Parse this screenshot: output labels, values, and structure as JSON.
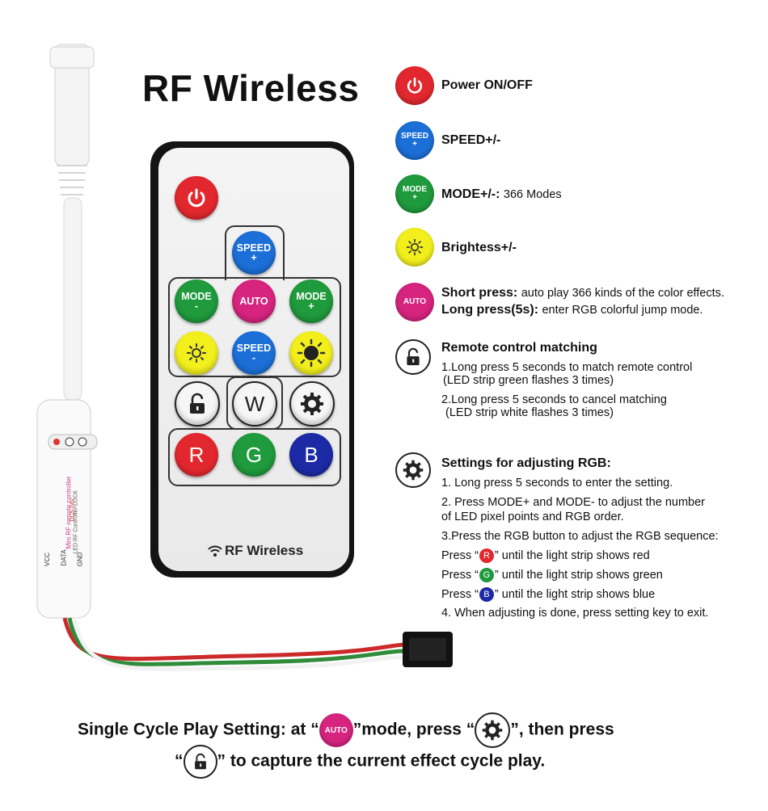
{
  "title": "RF Wireless",
  "legend": {
    "power": "Power ON/OFF",
    "speed": "SPEED+/-",
    "mode_label": "MODE+/-:",
    "mode_desc": "366 Modes",
    "brightness": "Brightess+/-",
    "auto_short_label": "Short press:",
    "auto_short_desc": "auto play 366 kinds of  the color effects.",
    "auto_long_label": "Long press(5s):",
    "auto_long_desc": "enter RGB colorful jump mode.",
    "match_title": "Remote control matching",
    "match_1a": "1.Long press 5 seconds to match remote control",
    "match_1b": "(LED strip green flashes 3 times)",
    "match_2a": "2.Long press 5 seconds to cancel matching",
    "match_2b": "(LED strip white flashes 3 times)",
    "settings_title": "Settings for adjusting RGB:",
    "settings_1": "1. Long press 5 seconds to enter the setting.",
    "settings_2a": "2. Press MODE+ and MODE- to adjust the number",
    "settings_2b": "of LED pixel points and RGB order.",
    "settings_3": "3.Press the RGB button to adjust the RGB sequence:",
    "press_prefix": "Press “",
    "press_r_suffix": "” until the light strip shows red",
    "press_g_suffix": "” until the light strip shows green",
    "press_b_suffix": "” until the light strip shows blue",
    "settings_4": "4. When adjusting is done, press setting key to exit."
  },
  "icons": {
    "speed": "SPEED",
    "speed_plus": "+",
    "mode": "MODE",
    "mode_plus": "+",
    "auto": "AUTO",
    "r": "R",
    "g": "G",
    "b": "B"
  },
  "remote": {
    "speed_plus_top": "SPEED",
    "speed_plus_bottom": "+",
    "mode_minus_top": "MODE",
    "mode_minus_bottom": "-",
    "auto": "AUTO",
    "mode_plus_top": "MODE",
    "mode_plus_bottom": "+",
    "speed_minus_top": "SPEED",
    "speed_minus_bottom": "-",
    "w": "W",
    "r": "R",
    "g": "G",
    "b": "B",
    "label": "RF Wireless"
  },
  "controller": {
    "pins": [
      "VCC",
      "DATA",
      "GND"
    ],
    "line1": "Mini RF remote controller",
    "line2": "LED RF Controller-LOCK",
    "line3": "DC5-24V"
  },
  "footer": {
    "l1_a": "Single Cycle Play Setting: at  “",
    "l1_auto": "AUTO",
    "l1_b": "”mode, press “",
    "l1_c": "”, then press",
    "l2_a": "“",
    "l2_b": "” to capture the current effect cycle play."
  },
  "colors": {
    "red": "#e2282e",
    "blue": "#1b6fd6",
    "green": "#1f9a3c",
    "yellow": "#f2ef1d",
    "magenta": "#d6247f",
    "navy": "#1d2aa6"
  }
}
